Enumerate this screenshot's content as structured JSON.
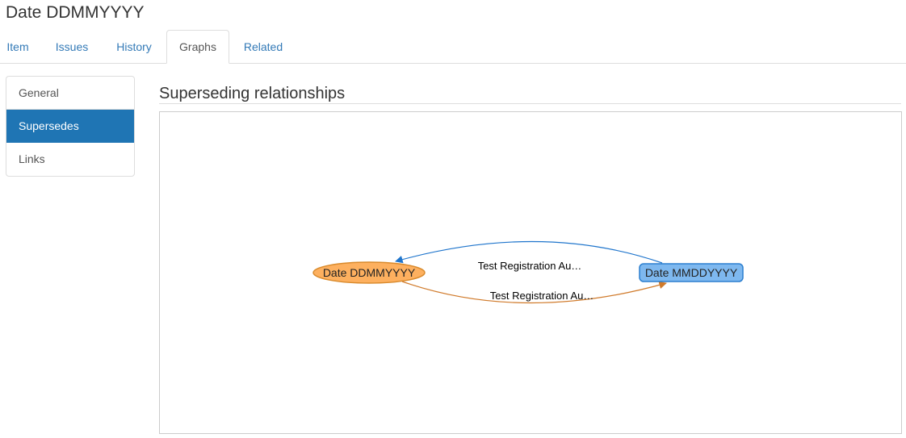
{
  "page": {
    "title": "Date DDMMYYYY"
  },
  "tabs": [
    {
      "label": "Item"
    },
    {
      "label": "Issues"
    },
    {
      "label": "History"
    },
    {
      "label": "Graphs",
      "active": true
    },
    {
      "label": "Related"
    }
  ],
  "sidenav": {
    "items": [
      {
        "label": "General"
      },
      {
        "label": "Supersedes",
        "active": true
      },
      {
        "label": "Links"
      }
    ]
  },
  "section": {
    "title": "Superseding relationships"
  },
  "graph": {
    "nodes": [
      {
        "label": "Date DDMMYYYY",
        "shape": "ellipse",
        "fill": "#fdb05f",
        "stroke": "#d98a2c"
      },
      {
        "label": "Date MMDDYYYY",
        "shape": "rounded-box",
        "fill": "#7eb8ef",
        "stroke": "#2c7fcf"
      }
    ],
    "edges": [
      {
        "label": "Test Registration Au…",
        "from": "Date MMDDYYYY",
        "to": "Date DDMMYYYY",
        "color": "#1f75cc"
      },
      {
        "label": "Test Registration Au…",
        "from": "Date DDMMYYYY",
        "to": "Date MMDDYYYY",
        "color": "#d07a2a"
      }
    ]
  },
  "colors": {
    "link": "#337ab7",
    "active_nav": "#1f75b4"
  }
}
